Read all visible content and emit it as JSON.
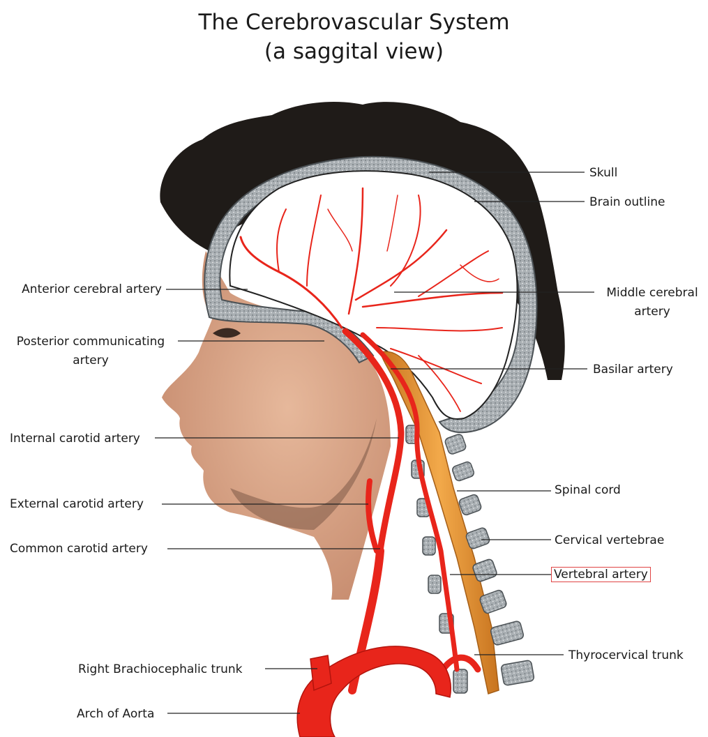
{
  "title": {
    "line1": "The Cerebrovascular System",
    "line2": "(a saggital view)"
  },
  "labels": {
    "skull": "Skull",
    "brain_outline": "Brain outline",
    "anterior_cerebral_artery": "Anterior cerebral artery",
    "middle_cerebral_artery_line1": "Middle cerebral",
    "middle_cerebral_artery_line2": "artery",
    "posterior_communicating_artery_line1": "Posterior communicating",
    "posterior_communicating_artery_line2": "artery",
    "basilar_artery": "Basilar artery",
    "internal_carotid_artery": "Internal carotid artery",
    "spinal_cord": "Spinal cord",
    "external_carotid_artery": "External carotid artery",
    "cervical_vertebrae": "Cervical vertebrae",
    "common_carotid_artery": "Common carotid artery",
    "vertebral_artery": "Vertebral artery",
    "thyrocervical_trunk": "Thyrocervical trunk",
    "right_brachiocephalic_trunk": "Right Brachiocephalic trunk",
    "arch_of_aorta": "Arch of Aorta"
  },
  "colors": {
    "artery": "#e8251b",
    "artery_dark": "#b3140d",
    "spinal_cord": "#e8972f",
    "bone": "#9aa1a6",
    "bone_dark": "#5c6368",
    "hair": "#1f1b18",
    "skin": "#d9a98c",
    "highlight_box": "#e04444"
  }
}
